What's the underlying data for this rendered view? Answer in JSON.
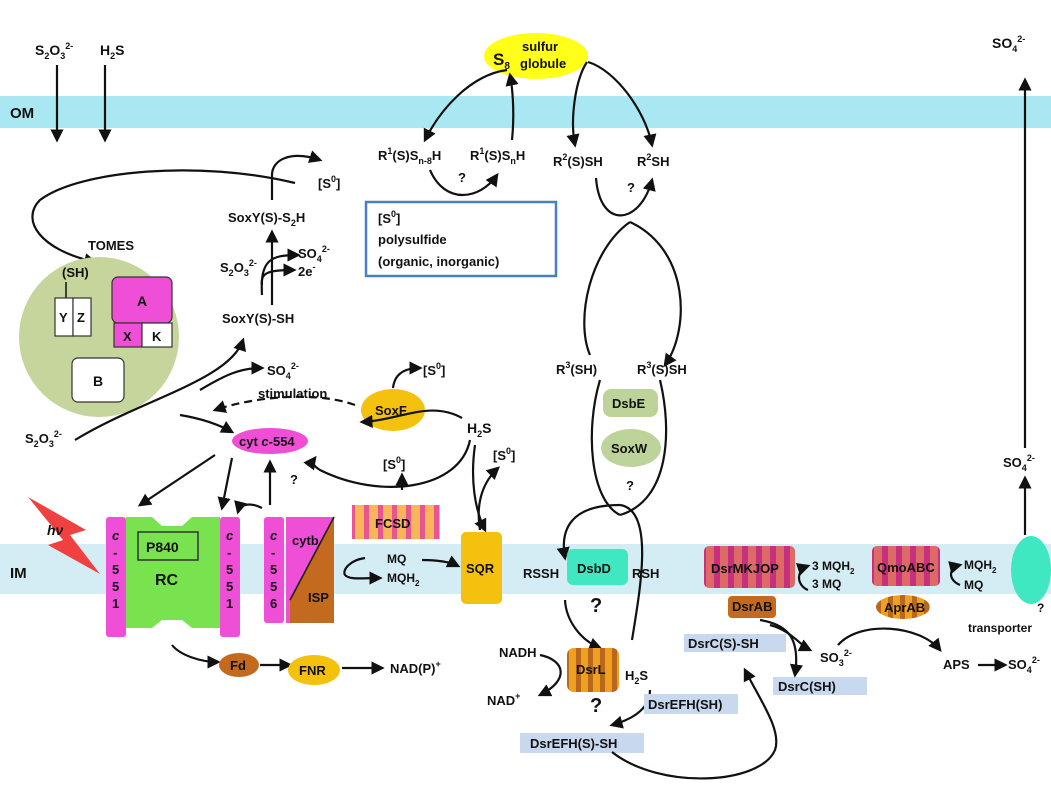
{
  "colors": {
    "membrane": "#a9e8f2",
    "membrane_im": "#d4ecf3",
    "magenta": "#ee4fd6",
    "green_rc": "#79e34f",
    "tomes_bg": "#c5d59c",
    "orange": "#f4c10f",
    "brown": "#c46a1e",
    "olive": "#bed39a",
    "teal": "#3fe8c0",
    "lightblue": "#c8d8ee",
    "yellow": "#ffff1a",
    "box_border": "#4a7fc1",
    "bolt": "#f04040"
  },
  "membranes": {
    "om": "OM",
    "im": "IM"
  },
  "inputs": {
    "thiosulfate_top": {
      "base": "S",
      "s1": "2",
      "mid": "O",
      "s2": "3",
      "sup": "2-"
    },
    "h2s_top": {
      "base": "H",
      "s1": "2",
      "rest": "S"
    },
    "so4_top": {
      "base": "SO",
      "s1": "4",
      "sup": "2-"
    }
  },
  "sulfur_globule": {
    "s": "S",
    "sub": "8",
    "line1": "sulfur",
    "line2": "globule"
  },
  "polysulfide_box": {
    "line1": "[S",
    "line1_sup": "0",
    "line1_end": "]",
    "line2": "polysulfide",
    "line3": "(organic, inorganic)"
  },
  "thiols": {
    "r1_short": {
      "a": "R",
      "sup": "1",
      "b": "(S)S",
      "sub": "n-8",
      "c": "H"
    },
    "r1_long": {
      "a": "R",
      "sup": "1",
      "b": "(S)S",
      "sub": "n",
      "c": "H"
    },
    "r2_ssh": {
      "a": "R",
      "sup": "2",
      "b": "(S)SH"
    },
    "r2_sh": {
      "a": "R",
      "sup": "2",
      "b": "SH"
    },
    "r3_sh": {
      "a": "R",
      "sup": "3",
      "b": "(SH)"
    },
    "r3_ssh": {
      "a": "R",
      "sup": "3",
      "b": "(S)SH"
    }
  },
  "sox": {
    "tomes_title": "TOMES",
    "sh": "(SH)",
    "y": "Y",
    "z": "Z",
    "a": "A",
    "x": "X",
    "k": "K",
    "b": "B",
    "soxy_s2h": {
      "a": "SoxY(S)-S",
      "sub": "2",
      "b": "H"
    },
    "soxy_sh": "SoxY(S)-SH",
    "s0_top": {
      "a": "[S",
      "sup": "0",
      "b": "]"
    },
    "so4_mid": {
      "a": "SO",
      "sub": "4",
      "sup": "2-"
    },
    "two_e": {
      "a": "2e",
      "sup": "-"
    },
    "thio_mid": {
      "a": "S",
      "s1": "2",
      "b": "O",
      "s2": "3",
      "sup": "2-"
    },
    "so4_stim": {
      "a": "SO",
      "sub": "4",
      "sup": "2-"
    },
    "stimulation": "stimulation",
    "thio_left": {
      "a": "S",
      "s1": "2",
      "b": "O",
      "s2": "3",
      "sup": "2-"
    }
  },
  "cyt554": {
    "a": "cyt ",
    "b": "c",
    "c": "-554"
  },
  "soxf": "SoxF",
  "s0_soxf": {
    "a": "[S",
    "sup": "0",
    "b": "]"
  },
  "h2s_mid": {
    "a": "H",
    "sub": "2",
    "b": "S"
  },
  "s0_fcsd": {
    "a": "[S",
    "sup": "0",
    "b": "]"
  },
  "s0_sqr": {
    "a": "[S",
    "sup": "0",
    "b": "]"
  },
  "question": "?",
  "fcsd": "FCSD",
  "sqr": "SQR",
  "mq": "MQ",
  "mqh2": {
    "a": "MQH",
    "sub": "2"
  },
  "lightning": "hν",
  "c551_left": [
    "c",
    "-",
    "5",
    "5",
    "1"
  ],
  "c551_right": [
    "c",
    "-",
    "5",
    "5",
    "1"
  ],
  "c556": [
    "c",
    "-",
    "5",
    "5",
    "6"
  ],
  "p840": "P840",
  "rc": "RC",
  "cytb": "cytb",
  "isp": "ISP",
  "fd": "Fd",
  "fnr": "FNR",
  "nadp": {
    "a": "NAD(P)",
    "sup": "+"
  },
  "dsb": {
    "dsbe": "DsbE",
    "soxw": "SoxW",
    "dsbd": "DsbD",
    "rssh": "RSSH",
    "rsh": "RSH"
  },
  "dsr": {
    "nadh": "NADH",
    "nad": {
      "a": "NAD",
      "sup": "+"
    },
    "dsrl": "DsrL",
    "h2s": {
      "a": "H",
      "sub": "2",
      "b": "S"
    },
    "dsrefh_sh": "DsrEFH(SH)",
    "dsrefh_ssh": "DsrEFH(S)-SH",
    "dsrcs_sh": "DsrC(S)-SH",
    "dsrc_sh": "DsrC(SH)",
    "dsrmkjop": "DsrMKJOP",
    "dsrab": "DsrAB",
    "mqh2_3": {
      "a": "3 MQH",
      "sub": "2"
    },
    "mq_3": "3 MQ",
    "so3": {
      "a": "SO",
      "sub": "3",
      "sup": "2-"
    }
  },
  "qmo": {
    "qmoabc": "QmoABC",
    "aprab": "AprAB",
    "mqh2": {
      "a": "MQH",
      "sub": "2"
    },
    "mq": "MQ",
    "aps": "APS",
    "so4_end": {
      "a": "SO",
      "sub": "4",
      "sup": "2-"
    }
  },
  "transporter": "transporter",
  "so4_transport": {
    "a": "SO",
    "sub": "4",
    "sup": "2-"
  }
}
